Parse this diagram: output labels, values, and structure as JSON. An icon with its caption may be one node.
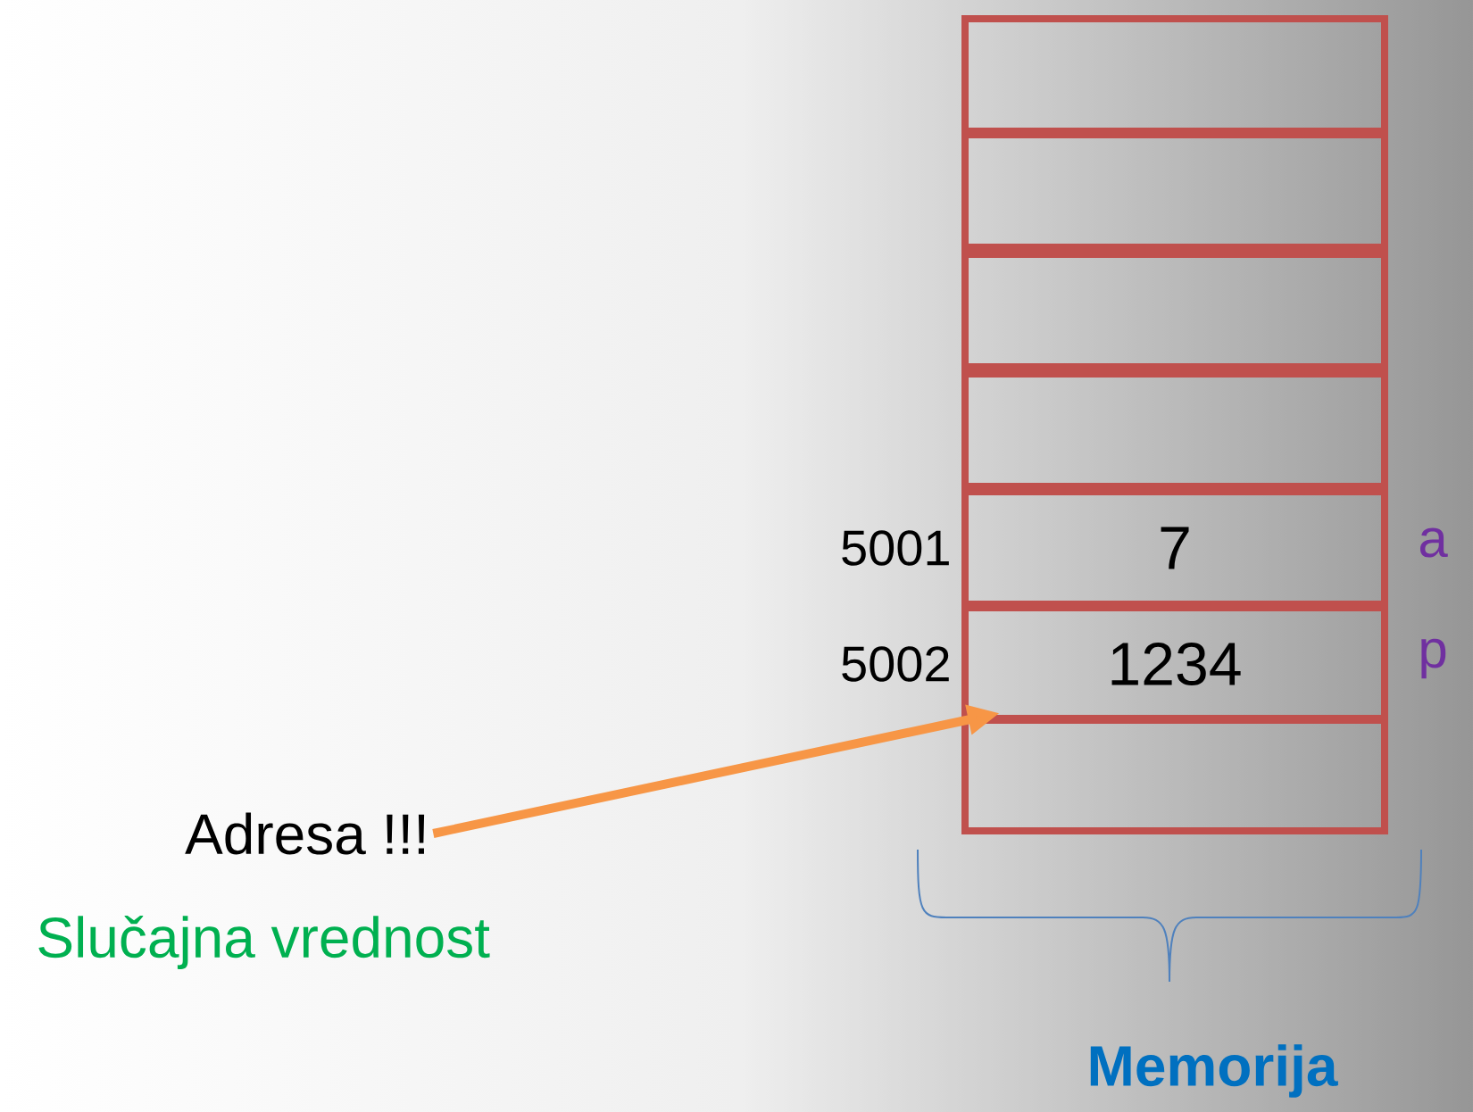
{
  "diagram": {
    "nodes": [
      {
        "text": [],
        "shape": "box"
      },
      {
        "text": [],
        "shape": "box"
      },
      {
        "text": [],
        "shape": "box"
      },
      {
        "text": [],
        "shape": "box"
      },
      {
        "text": [
          "7"
        ],
        "beside": [
          "5001",
          "a"
        ]
      },
      {
        "text": [
          "1234"
        ],
        "beside": [
          "5002",
          "p"
        ]
      },
      {
        "text": [],
        "shape": "box"
      },
      {
        "text": [
          "Adresa !!!"
        ]
      }
    ],
    "edges": [
      {
        "from": 7,
        "to": 5,
        "arrow": "to"
      }
    ],
    "labels": [
      "Slučajna vrednost",
      "Memorija"
    ]
  }
}
